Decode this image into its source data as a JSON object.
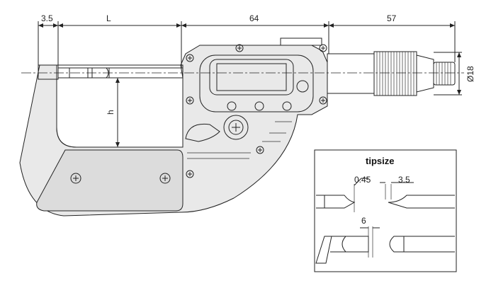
{
  "dimensions": {
    "anvil_width": "3.5",
    "range": "L",
    "frame_to_display": "64",
    "thimble_length": "57",
    "thimble_diameter": "Ø18",
    "throat_depth": "h"
  },
  "tip_detail": {
    "title": "tipsize",
    "flat_tip_width": "0.45",
    "blade_width": "3.5",
    "round_tip_diameter": "6"
  },
  "colors": {
    "body_fill": "#e9e9e9",
    "body_stroke": "#222222",
    "background": "#ffffff"
  }
}
